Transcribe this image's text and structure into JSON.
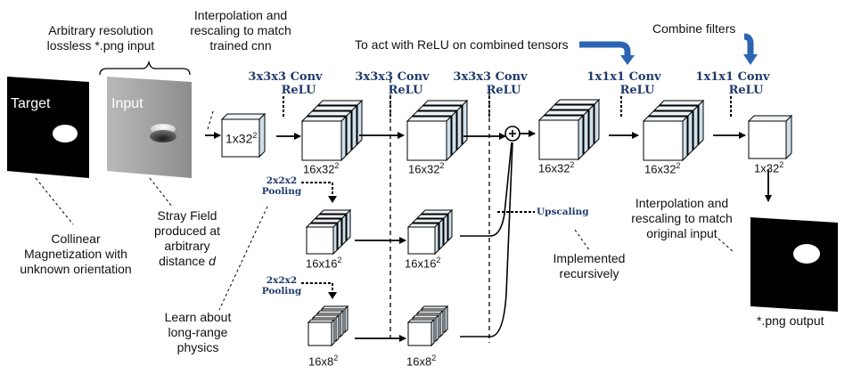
{
  "images": {
    "target_label": "Target",
    "input_label": "Input"
  },
  "annotations": {
    "arbitrary_line1": "Arbitrary resolution",
    "arbitrary_line2": "lossless  *.png input",
    "interp_line1": "Interpolation and",
    "interp_line2": "rescaling  to match",
    "interp_line3": "trained cnn",
    "relu_note": "To act with ReLU on combined tensors",
    "combine": "Combine filters",
    "collinear_line1": "Collinear",
    "collinear_line2": "Magnetization with",
    "collinear_line3": "unknown orientation",
    "stray_line1": "Stray Field",
    "stray_line2": "produced at",
    "stray_line3": "arbitrary",
    "stray_line4_prefix": "distance ",
    "stray_line4_var": "d",
    "learn_line1": "Learn about",
    "learn_line2": "long-range",
    "learn_line3": "physics",
    "impl_line1": "Implemented",
    "impl_line2": "recursively",
    "interp2_line1": "Interpolation and",
    "interp2_line2": "rescaling  to match",
    "interp2_line3": "original input",
    "output": "*.png  output"
  },
  "ops": {
    "conv3": "3x3x3 Conv",
    "relu": "ReLU",
    "conv1": "1x1x1 Conv",
    "pool_line1": "2x2x2",
    "pool_line2": "Pooling",
    "upscaling": "Upscaling"
  },
  "sizes": {
    "input": "1x32",
    "l1a": "16x32",
    "l1b": "16x32",
    "l1c": "16x32",
    "l1d": "16x32",
    "out": "1x32",
    "l2a": "16x16",
    "l2b": "16x16",
    "l3a": "16x8",
    "l3b": "16x8",
    "sup": "2"
  },
  "symbols": {
    "plus": "+"
  }
}
